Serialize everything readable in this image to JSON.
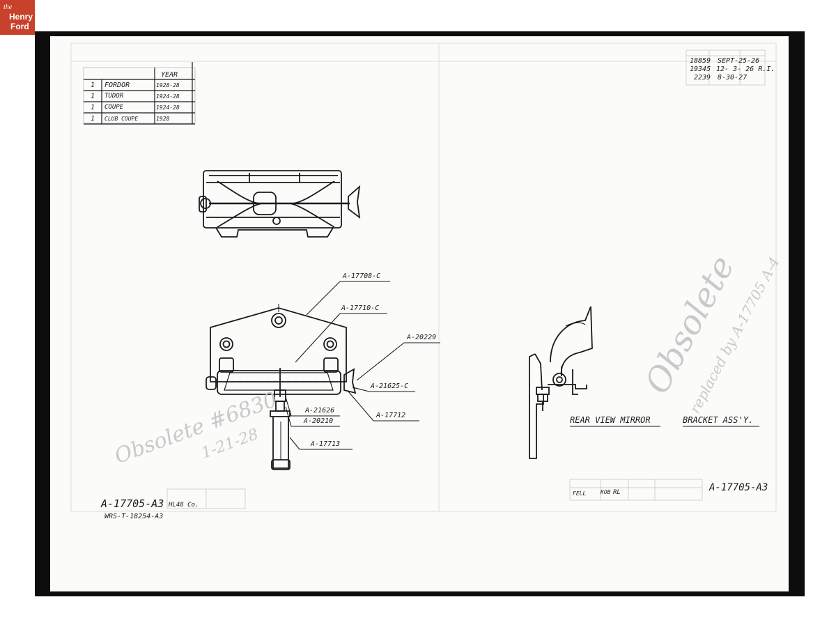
{
  "logo": {
    "the": "the",
    "line1": "Henry",
    "line2": "Ford"
  },
  "app_table": {
    "header": "YEAR",
    "rows": [
      {
        "qty": "1",
        "model": "FORDOR",
        "year": "1928-28"
      },
      {
        "qty": "1",
        "model": "TUDOR",
        "year": "1924-28"
      },
      {
        "qty": "1",
        "model": "COUPE",
        "year": "1924-28"
      },
      {
        "qty": "1",
        "model": "CLUB COUPE",
        "year": "1928"
      }
    ]
  },
  "revisions": [
    {
      "no": "18859",
      "date": "SEPT-25-26"
    },
    {
      "no": "19345",
      "date": "12- 3- 26 R.I."
    },
    {
      "no": "2239",
      "date": "8-30-27"
    }
  ],
  "callouts": {
    "a17708": "A-17708-C",
    "a17710": "A-17710-C",
    "a20229": "A-20229",
    "a21625": "A-21625-C",
    "a21626": "A-21626",
    "a20210": "A-20210",
    "a17712": "A-17712",
    "a17713": "A-17713"
  },
  "drawing_title": {
    "part1": "REAR VIEW MIRROR",
    "part2": "BRACKET ASS'Y."
  },
  "title_block": {
    "number_right": "A-17705-A3",
    "sig1": "FELL",
    "sig2": "KOB",
    "sig3": "RL"
  },
  "bottom_left": {
    "number": "A-17705-A3",
    "suffix": "HL48 Co.",
    "sub": "WRS-T-18254-A3"
  },
  "handwritten": {
    "obsolete_left": "Obsolete #6830",
    "date_left": "1-21-28",
    "obsolete_right": "Obsolete",
    "replaced_right": "replaced by A-17705 A-4"
  }
}
